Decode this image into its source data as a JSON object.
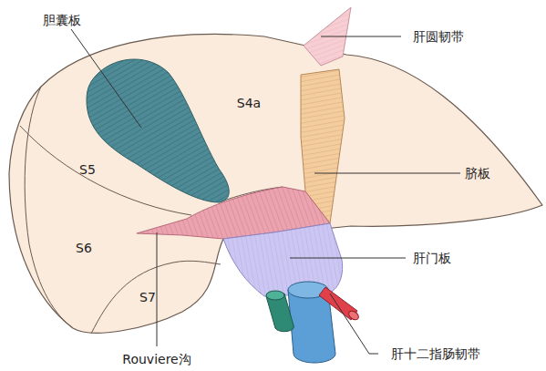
{
  "diagram": {
    "labels": [
      "胆囊板",
      "肝圆韧带",
      "S4a",
      "S5",
      "脐板",
      "S6",
      "肝门板",
      "S7",
      "Rouviere沟",
      "肝十二指肠韧带"
    ]
  }
}
